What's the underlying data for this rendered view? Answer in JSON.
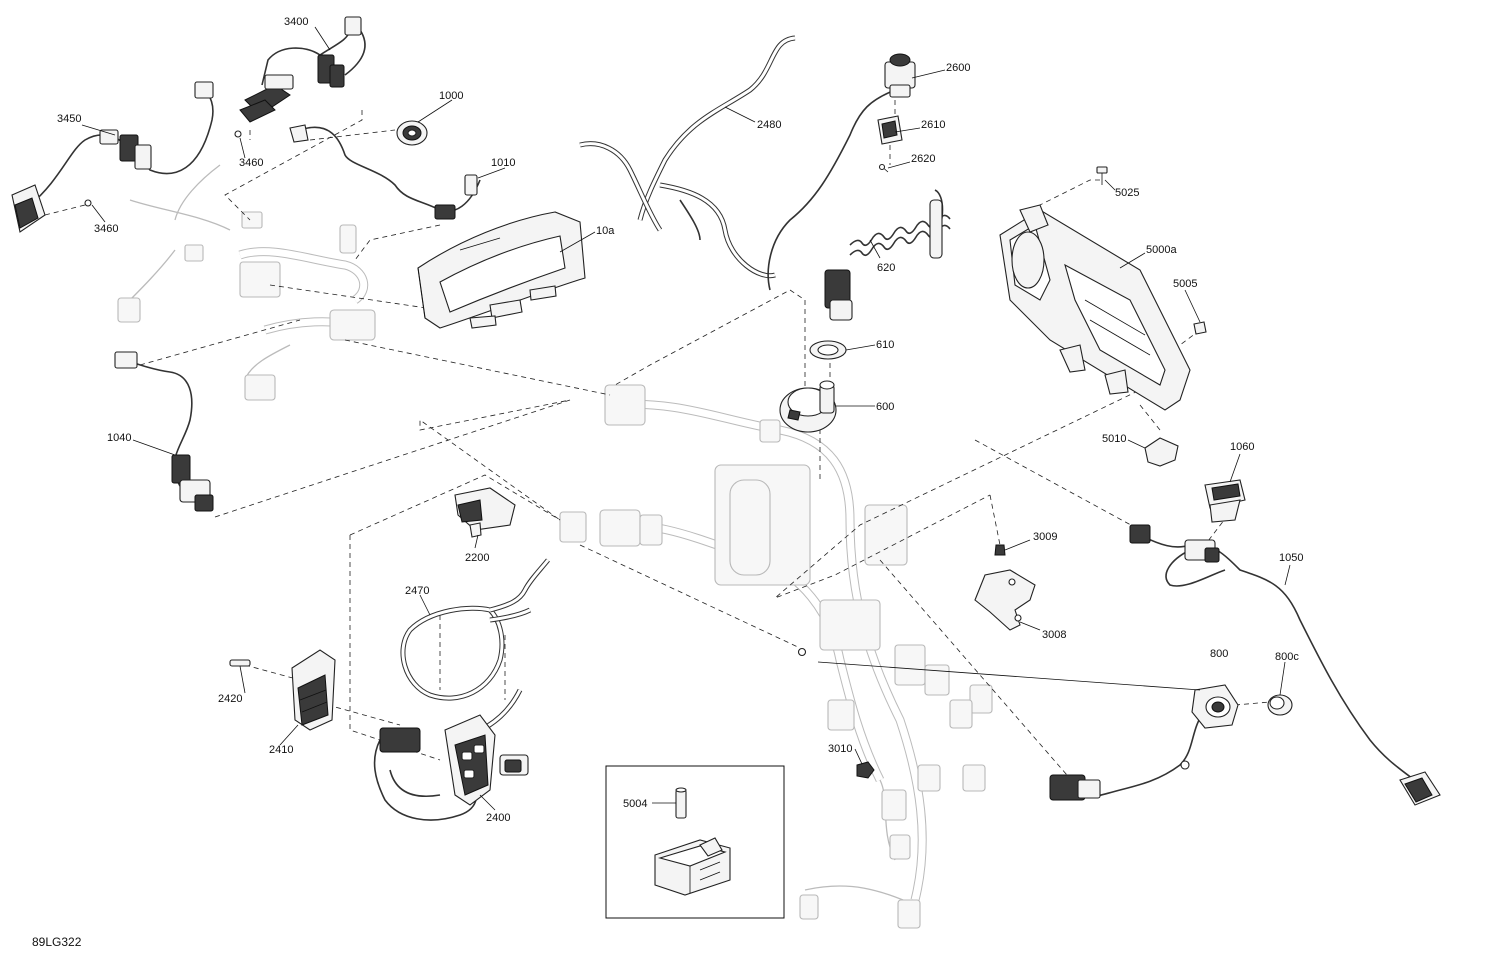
{
  "diagram": {
    "reference_code": "89LG322",
    "callouts": [
      {
        "id": "c3400",
        "text": "3400"
      },
      {
        "id": "c3450",
        "text": "3450"
      },
      {
        "id": "c3460a",
        "text": "3460"
      },
      {
        "id": "c3460b",
        "text": "3460"
      },
      {
        "id": "c1000",
        "text": "1000"
      },
      {
        "id": "c1010",
        "text": "1010"
      },
      {
        "id": "c10a",
        "text": "10a"
      },
      {
        "id": "c1040",
        "text": "1040"
      },
      {
        "id": "c2480",
        "text": "2480"
      },
      {
        "id": "c2600",
        "text": "2600"
      },
      {
        "id": "c2610",
        "text": "2610"
      },
      {
        "id": "c2620",
        "text": "2620"
      },
      {
        "id": "c620",
        "text": "620"
      },
      {
        "id": "c610",
        "text": "610"
      },
      {
        "id": "c600",
        "text": "600"
      },
      {
        "id": "c5025",
        "text": "5025"
      },
      {
        "id": "c5000a",
        "text": "5000a"
      },
      {
        "id": "c5005",
        "text": "5005"
      },
      {
        "id": "c5010",
        "text": "5010"
      },
      {
        "id": "c1060",
        "text": "1060"
      },
      {
        "id": "c1050",
        "text": "1050"
      },
      {
        "id": "c2200",
        "text": "2200"
      },
      {
        "id": "c3009",
        "text": "3009"
      },
      {
        "id": "c3008",
        "text": "3008"
      },
      {
        "id": "c2470",
        "text": "2470"
      },
      {
        "id": "c2420",
        "text": "2420"
      },
      {
        "id": "c2410",
        "text": "2410"
      },
      {
        "id": "c2400",
        "text": "2400"
      },
      {
        "id": "c3010",
        "text": "3010"
      },
      {
        "id": "c800",
        "text": "800"
      },
      {
        "id": "c800c",
        "text": "800c"
      },
      {
        "id": "c5004",
        "text": "5004"
      }
    ]
  }
}
